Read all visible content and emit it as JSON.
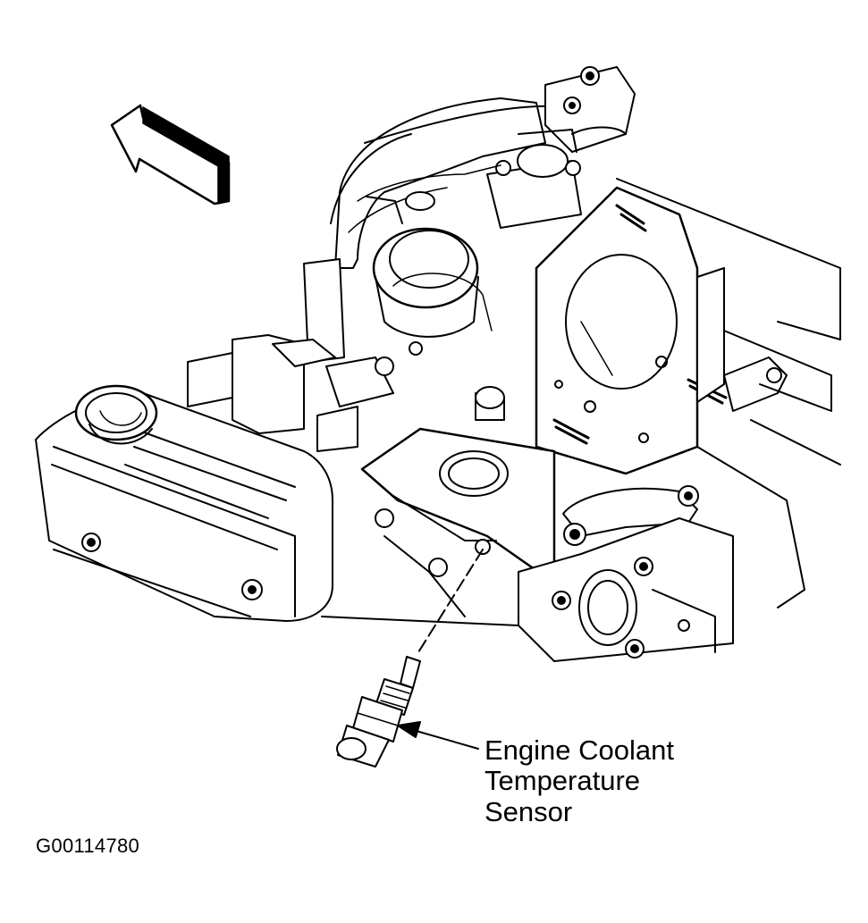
{
  "callout": {
    "lines": [
      "Engine Coolant",
      "Temperature",
      "Sensor"
    ]
  },
  "figure_id": "G00114780",
  "icons": {
    "direction": "arrow-left-icon",
    "part": "coolant-sensor-icon"
  },
  "colors": {
    "ink": "#000000",
    "paper": "#ffffff"
  }
}
